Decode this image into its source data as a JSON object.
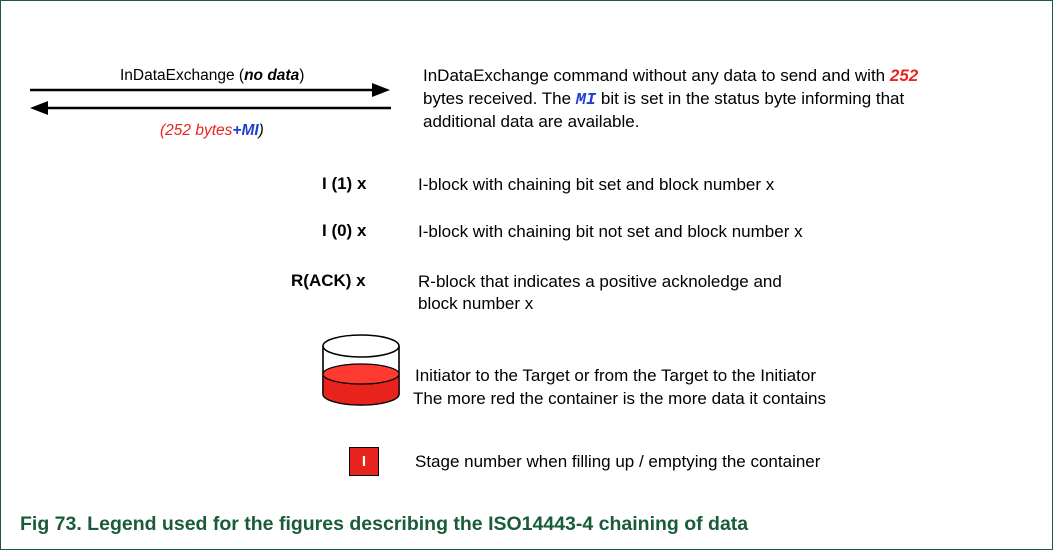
{
  "exchange": {
    "label_prefix": "InDataExchange (",
    "label_italic": "no data",
    "label_suffix": ")",
    "response_open": "(252 bytes",
    "response_plus": "+",
    "response_mi": "MI",
    "response_close": ")",
    "desc_line1_prefix": "InDataExchange command without any data to send and with ",
    "desc_line1_number": "252",
    "desc_line2_prefix": "bytes received. The ",
    "desc_line2_mi": "MI",
    "desc_line2_suffix": " bit is set in the status byte informing that",
    "desc_line3": "additional data are available."
  },
  "legend": [
    {
      "symbol": "I (1)  x",
      "desc_line1": "I-block with chaining bit set and block number x",
      "desc_line2": ""
    },
    {
      "symbol": "I (0)  x",
      "desc_line1": "I-block with chaining bit not set and block number x",
      "desc_line2": ""
    },
    {
      "symbol": "R(ACK)  x",
      "desc_line1": "R-block that indicates a positive acknoledge and",
      "desc_line2": "block number x"
    }
  ],
  "container": {
    "line1": "Initiator to the Target or from the Target to the Initiator",
    "line2": "The more red the container is  the more data it contains"
  },
  "stage": {
    "box_label": "I",
    "description": "Stage number when filling up  /  emptying the container"
  },
  "caption": "Fig 73. Legend used for the figures describing the ISO14443-4 chaining of data",
  "colors": {
    "accent_red": "#e8251f",
    "mi_blue": "#1f3fd1",
    "caption_green": "#1a5c3a"
  }
}
